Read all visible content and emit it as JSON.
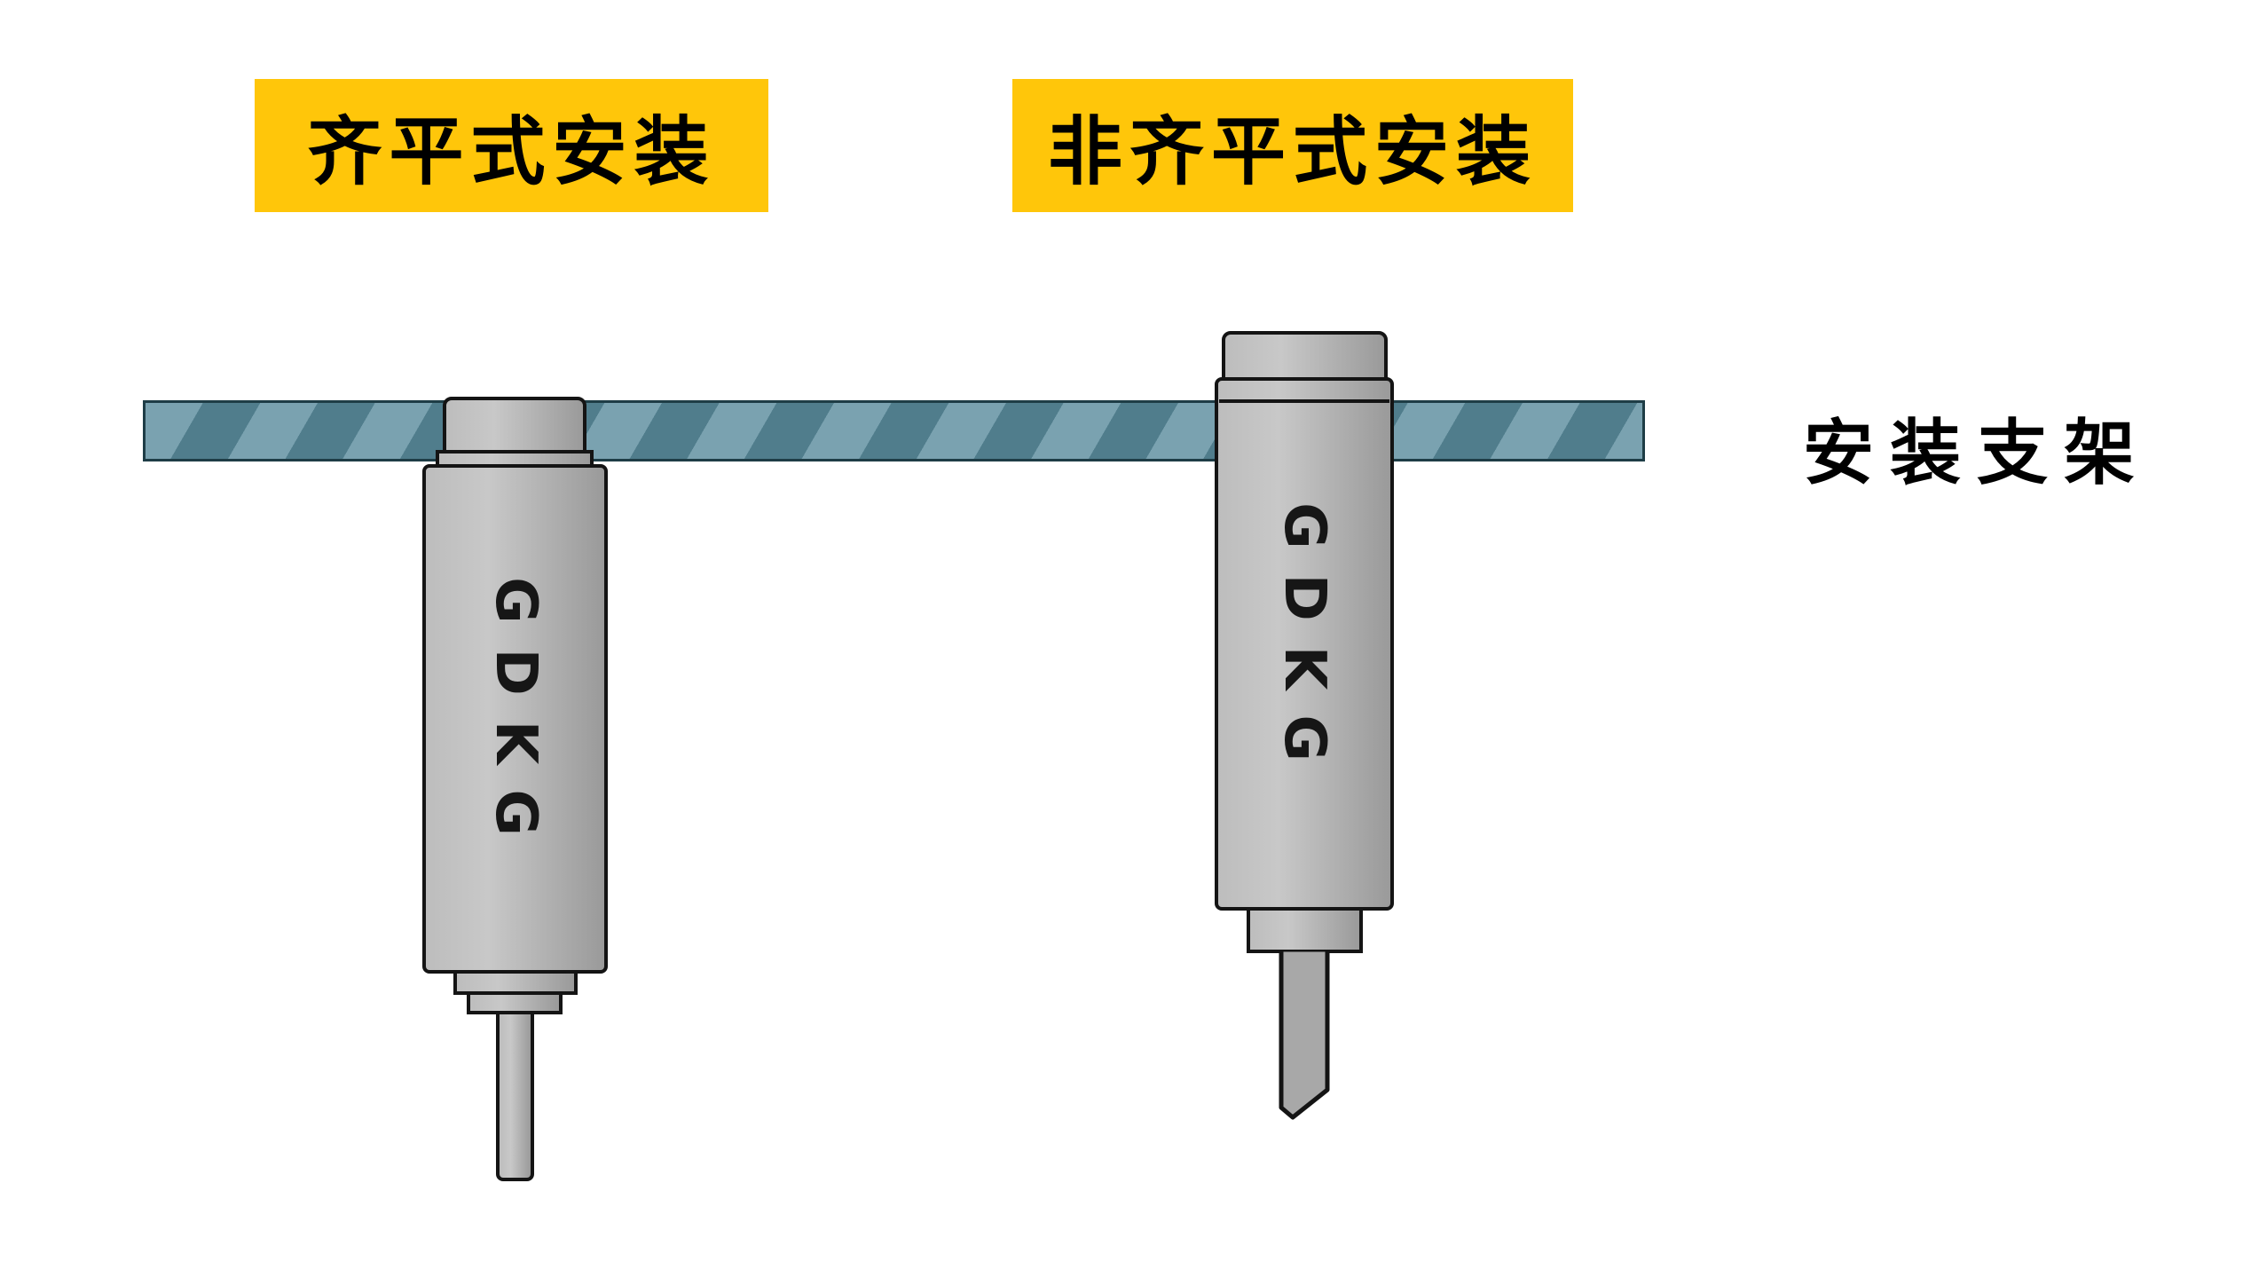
{
  "labels": {
    "flush": "齐平式安装",
    "non_flush": "非齐平式安装",
    "bracket": "安装支架"
  },
  "sensors": {
    "left": {
      "brand": "GDKG",
      "mount_type": "flush"
    },
    "right": {
      "brand": "GDKG",
      "mount_type": "non-flush"
    }
  },
  "colors": {
    "label_background": "#FFC60A",
    "label_text": "#000000",
    "bracket_base": "#7AA2B0",
    "bracket_stripe": "#507D8C",
    "sensor_body": "#ADADAD",
    "outline": "#141414",
    "background": "#FFFFFF"
  }
}
